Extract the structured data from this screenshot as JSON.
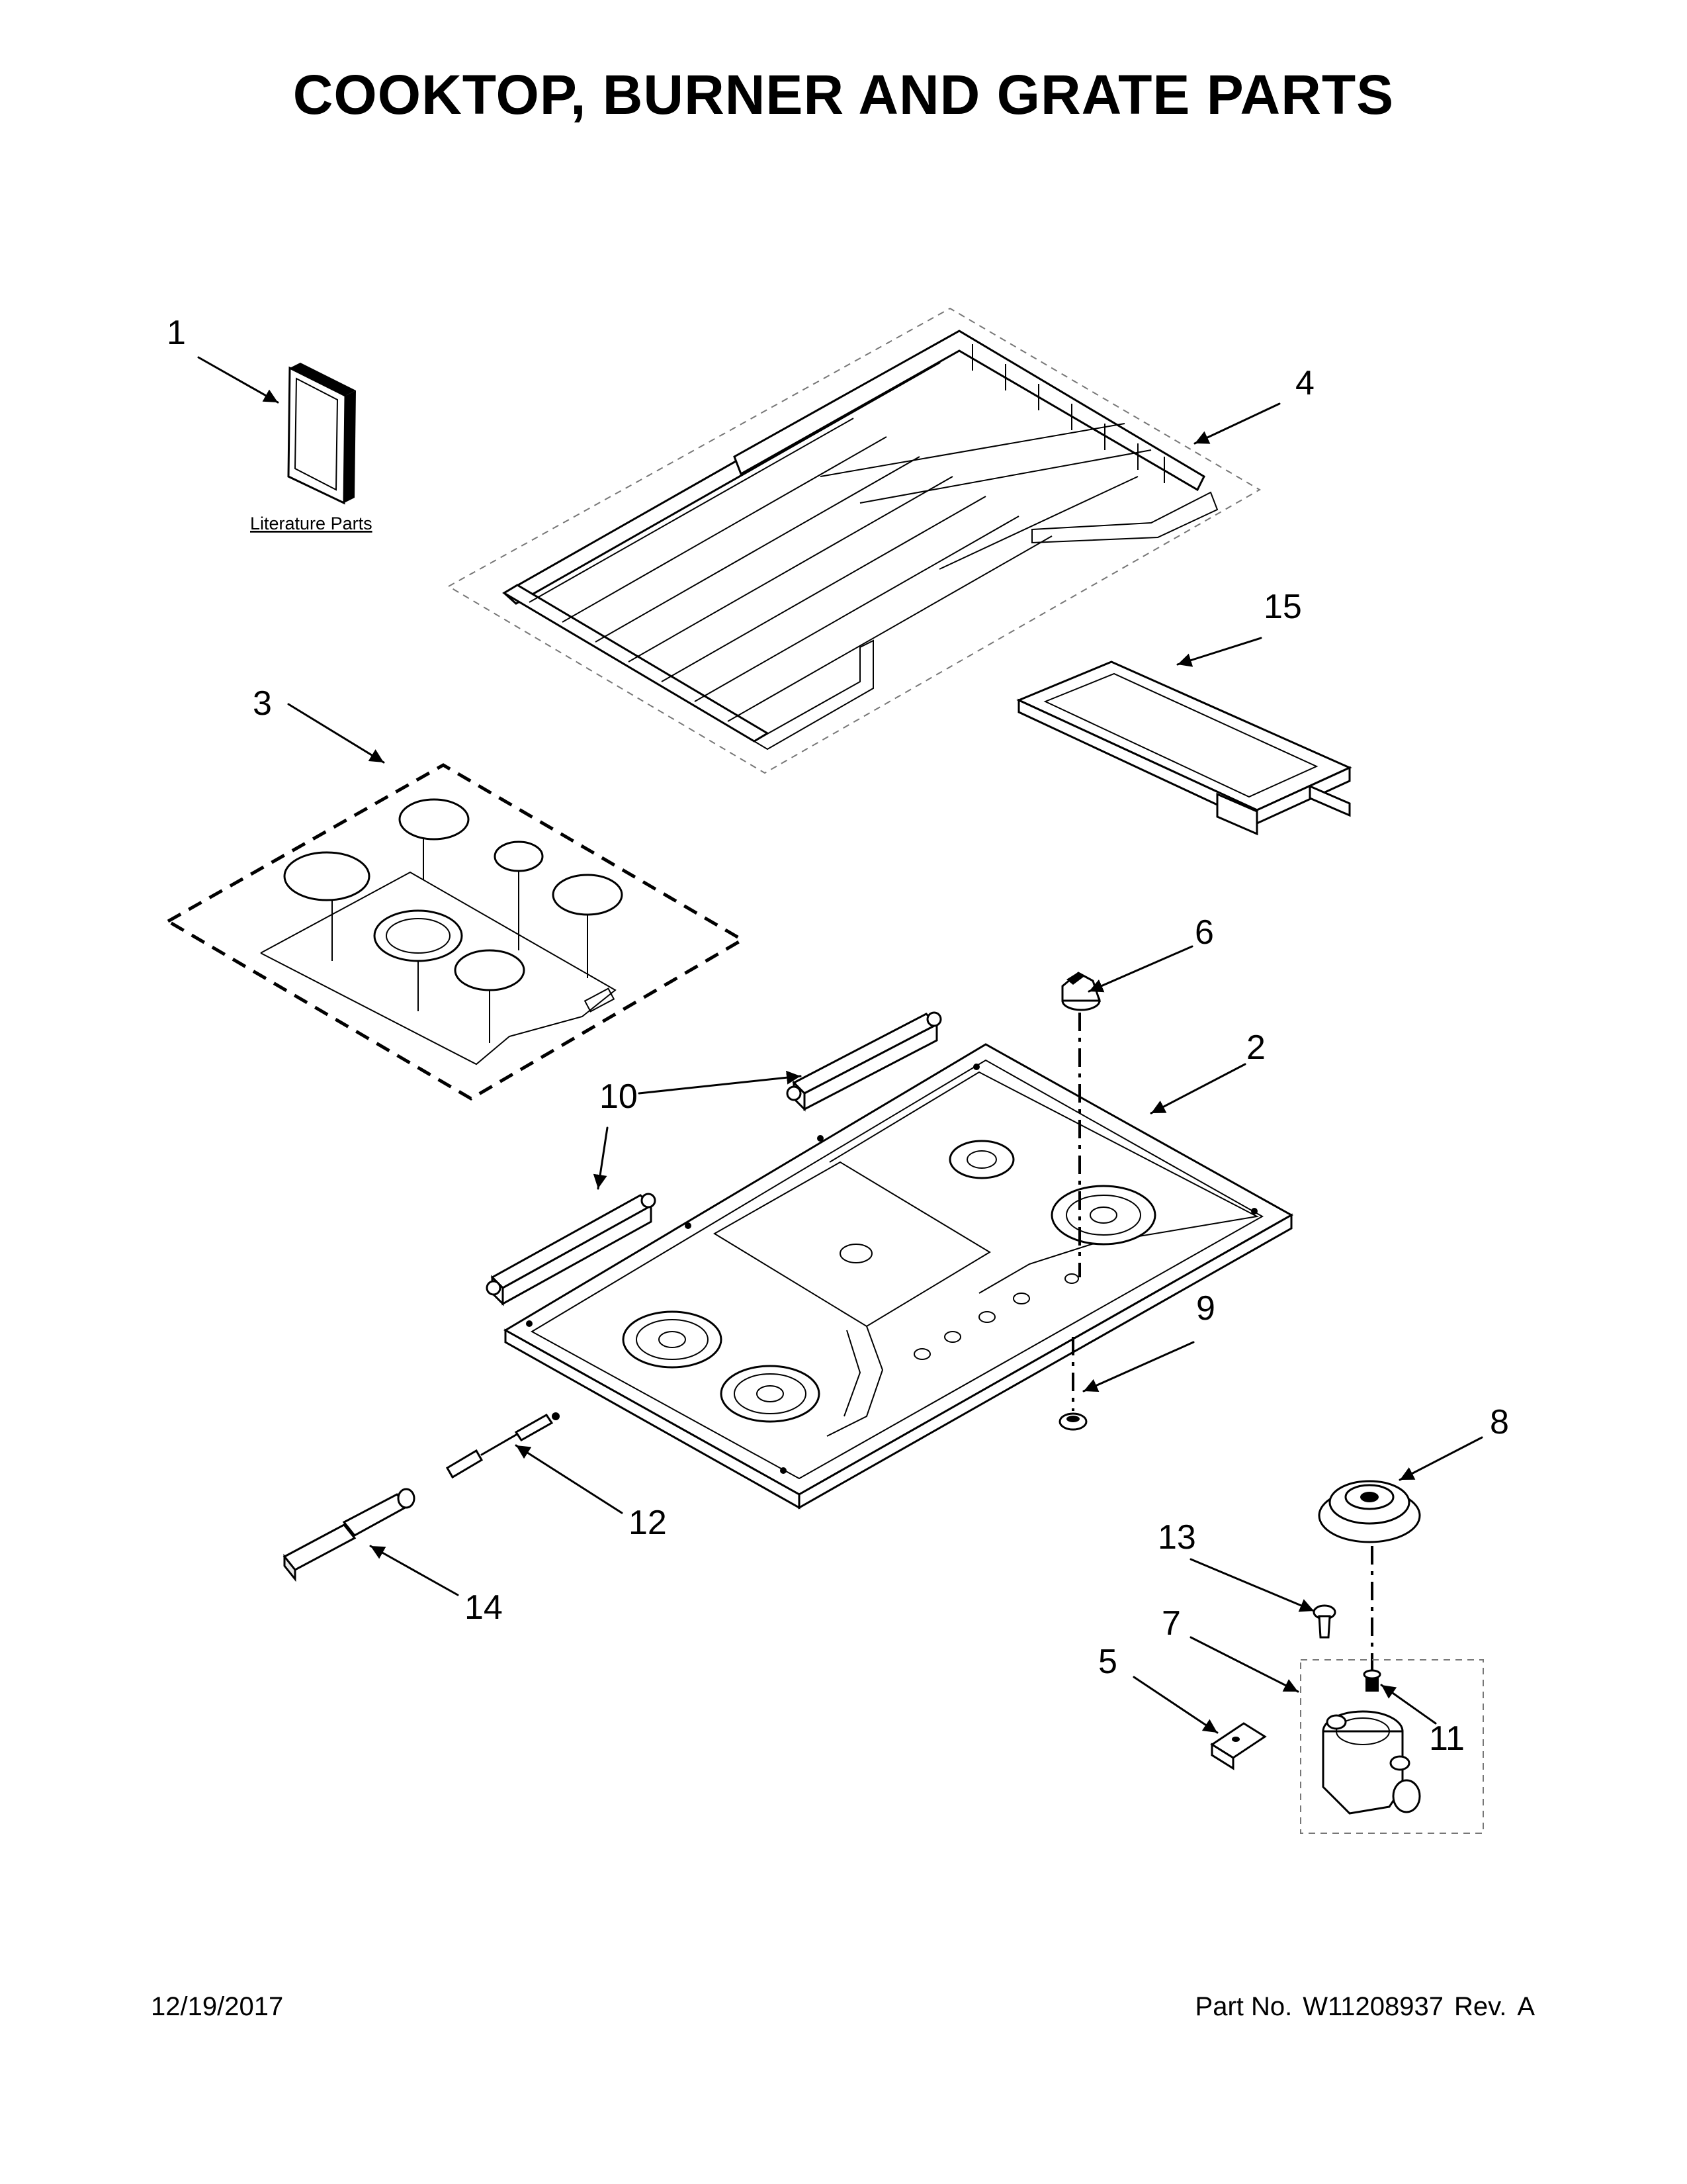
{
  "title": "COOKTOP, BURNER AND GRATE PARTS",
  "footer": {
    "date": "12/19/2017",
    "part_label": "Part No.",
    "part_number": "W11208937",
    "rev_label": "Rev.",
    "rev": "A"
  },
  "literature_label": "Literature Parts",
  "callouts": {
    "c1": "1",
    "c2": "2",
    "c3": "3",
    "c4": "4",
    "c5": "5",
    "c6": "6",
    "c7": "7",
    "c8": "8",
    "c9": "9",
    "c10": "10",
    "c11": "11",
    "c12": "12",
    "c13": "13",
    "c14": "14",
    "c15": "15"
  }
}
